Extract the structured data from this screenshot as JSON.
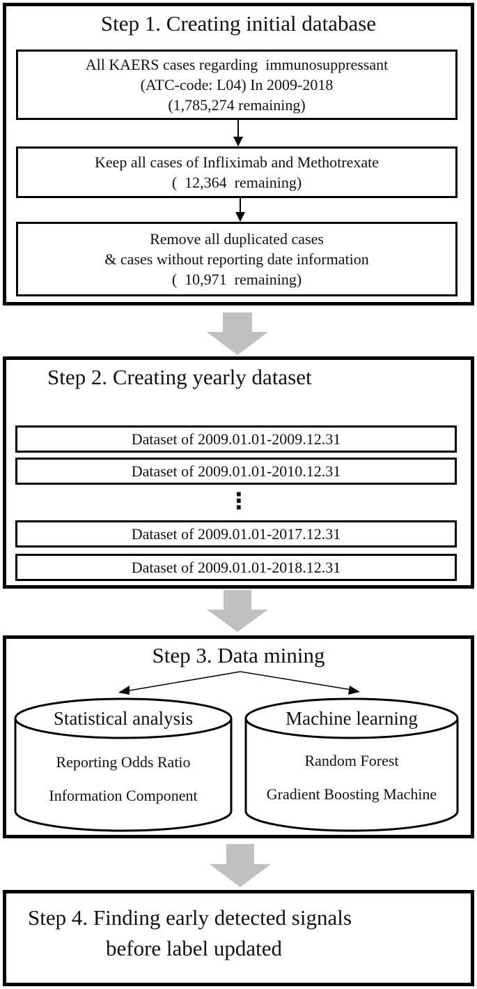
{
  "step1": {
    "title": "Step 1. Creating initial database",
    "box1": [
      "All KAERS cases regarding  immunosuppressant",
      "(ATC-code: L04) In 2009-2018",
      "(1,785,274 remaining)"
    ],
    "box2": [
      "Keep all cases of Infliximab and Methotrexate",
      "(  12,364  remaining)"
    ],
    "box3": [
      "Remove all duplicated cases",
      "& cases without reporting date information",
      "(  10,971  remaining)"
    ]
  },
  "step2": {
    "title": "Step 2. Creating yearly dataset",
    "datasets": [
      "Dataset of 2009.01.01-2009.12.31",
      "Dataset of 2009.01.01-2010.12.31",
      "Dataset of 2009.01.01-2017.12.31",
      "Dataset of 2009.01.01-2018.12.31"
    ],
    "ellipsis": "⋮"
  },
  "step3": {
    "title": "Step 3. Data mining",
    "left": {
      "heading": "Statistical analysis",
      "items": [
        "Reporting Odds Ratio",
        "Information Component"
      ]
    },
    "right": {
      "heading": "Machine learning",
      "items": [
        "Random Forest",
        "Gradient Boosting Machine"
      ]
    }
  },
  "step4": {
    "lines": [
      "Step 4. Finding early detected signals",
      "before label updated"
    ]
  },
  "colors": {
    "border": "#000000",
    "big_arrow": "#c0c0c0"
  }
}
